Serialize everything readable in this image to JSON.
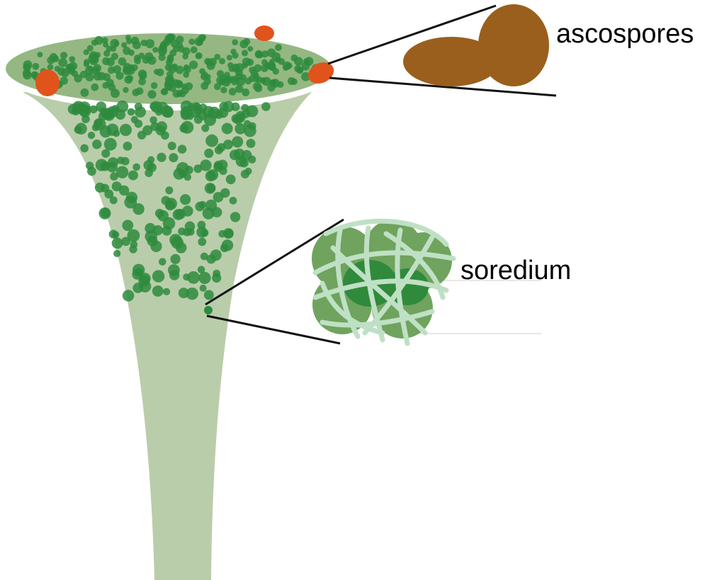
{
  "labels": {
    "ascospores": "ascospores",
    "soredium": "soredium"
  },
  "colors": {
    "background": "#ffffff",
    "podetium": "#b9cdaa",
    "cup_rim": "#95b883",
    "granule": "#2e8b3e",
    "apothecium": "#e0541c",
    "ascospore": "#9a5f1c",
    "soredium_algae": "#6fa35e",
    "soredium_algae_dark": "#2f8a3c",
    "soredium_hyphae": "#bfe0c4",
    "callout_line": "#111111"
  },
  "structures": {
    "podetium": "podetium",
    "cup": "cup",
    "apothecia": "apothecium",
    "granules": "green granules",
    "soredium_detail": "soredium",
    "ascospore_detail": "ascospore"
  }
}
